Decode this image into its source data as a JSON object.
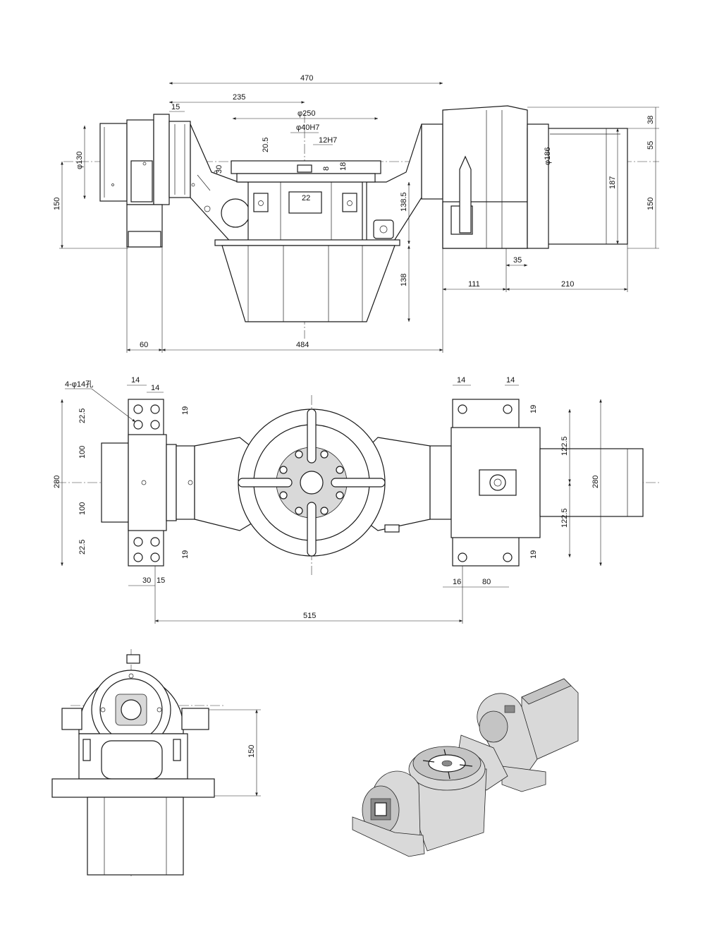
{
  "drawing": {
    "front_view_dims": {
      "overall_width": "470",
      "half_width": "235",
      "flange_15": "15",
      "table_dia": "φ250",
      "bore": "φ40H7",
      "key": "12H7",
      "d20_5": "20.5",
      "d30": "30",
      "d8": "8",
      "d18": "18",
      "d22": "22",
      "motor_38": "38",
      "motor_55": "55",
      "motor_dia": "φ186",
      "motor_187": "187",
      "right_150": "150",
      "left_dia": "φ130",
      "left_150": "150",
      "h138_5": "138.5",
      "h138": "138",
      "d35": "35",
      "d111": "111",
      "d210": "210",
      "d60": "60",
      "d484": "484"
    },
    "top_view_dims": {
      "holes_note": "4-φ14孔",
      "l14a": "14",
      "l14b": "14",
      "l19a": "19",
      "l22_5a": "22.5",
      "l100a": "100",
      "l280": "280",
      "l100b": "100",
      "l22_5b": "22.5",
      "l19b": "19",
      "l30": "30",
      "l15": "15",
      "r14": "14",
      "r14b": "14",
      "r19a": "19",
      "r122_5a": "122.5",
      "r280": "280",
      "r122_5b": "122.5",
      "r19b": "19",
      "r16": "16",
      "r80": "80",
      "d515": "515"
    },
    "side_view_dims": {
      "h150": "150"
    }
  }
}
